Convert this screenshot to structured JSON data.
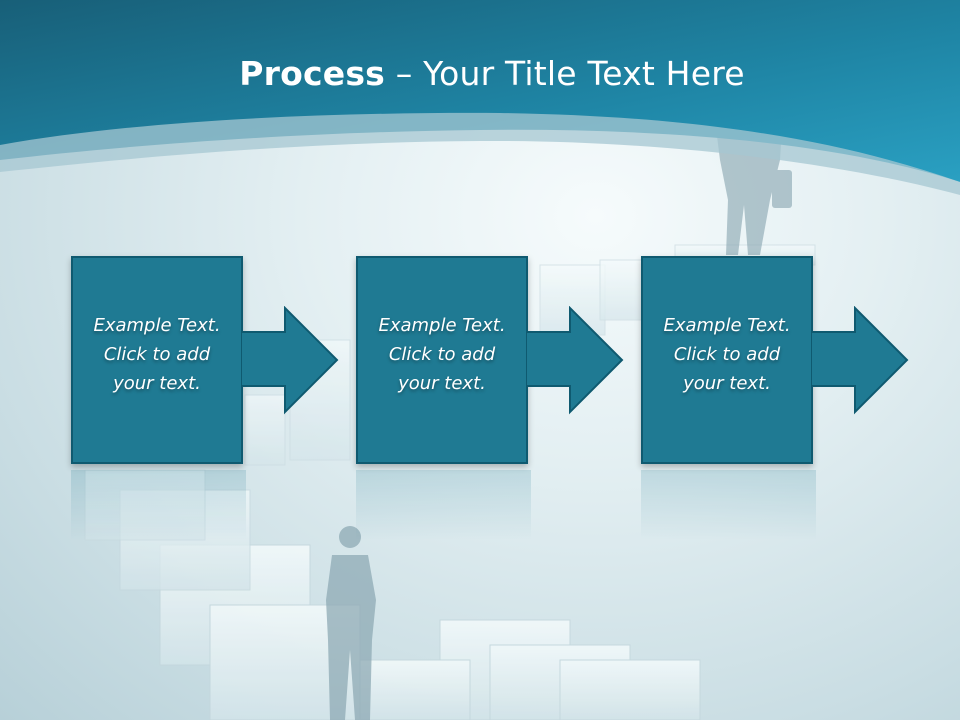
{
  "slide": {
    "title_bold": "Process",
    "title_rest": " – Your Title Text Here",
    "steps": [
      {
        "lines": [
          "Example Text.",
          "Click  to add",
          "your text."
        ]
      },
      {
        "lines": [
          "Example Text.",
          "Click  to add",
          "your text."
        ]
      },
      {
        "lines": [
          "Example Text.",
          "Click  to add",
          "your text."
        ]
      }
    ]
  },
  "colors": {
    "header_dark": "#19637d",
    "header_light": "#2496b8",
    "box_fill": "#1f7a93",
    "box_border": "#0f5a70"
  }
}
